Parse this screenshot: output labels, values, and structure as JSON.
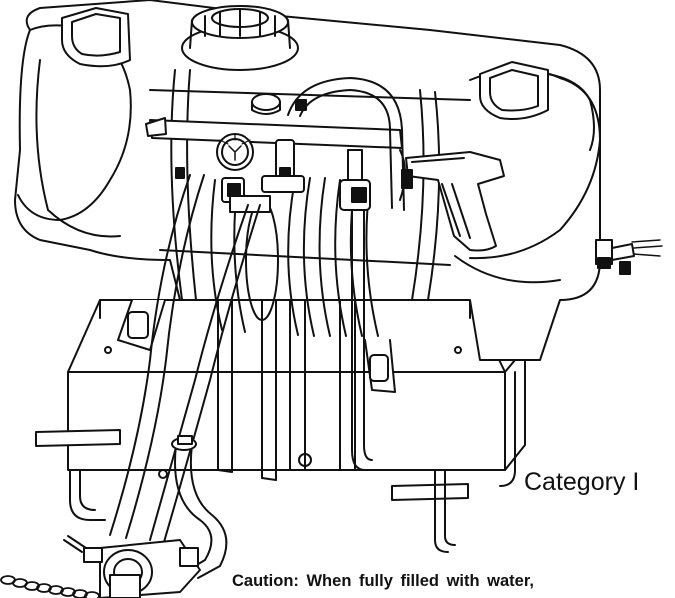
{
  "figure": {
    "category_label": "Category I",
    "caution_text": "Caution: When fully filled with water,",
    "illustration_icon": "sprayer-tank-line-drawing"
  }
}
